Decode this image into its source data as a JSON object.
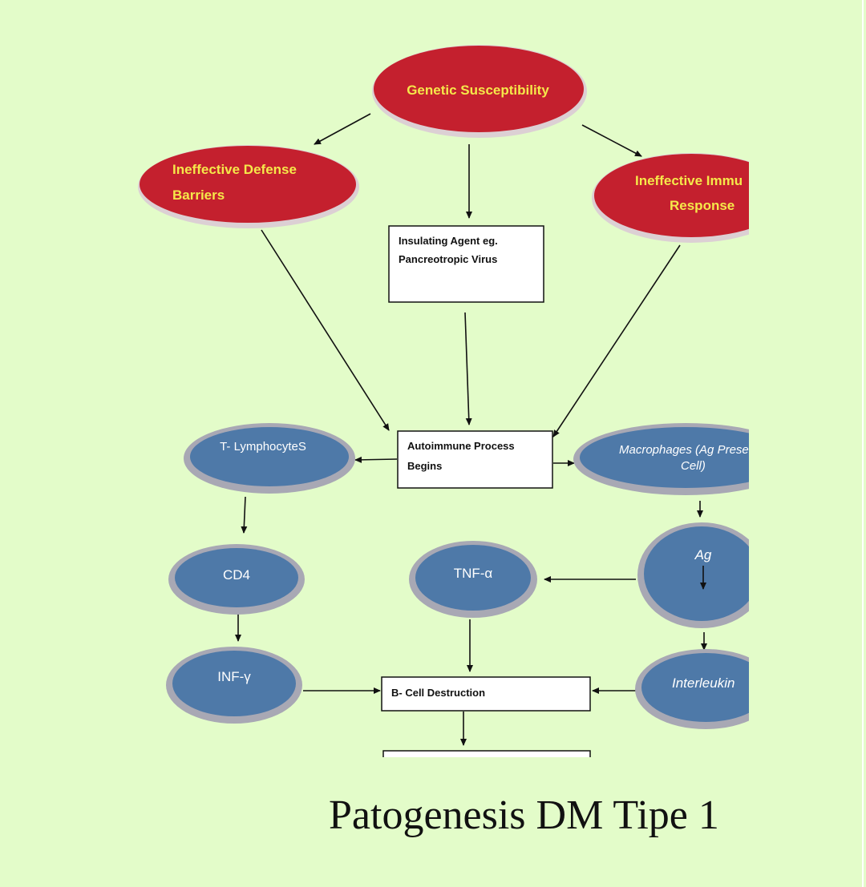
{
  "nodes": {
    "genetic": "Genetic Susceptibility",
    "defense_line1": "Ineffective Defense",
    "defense_line2": "Barriers",
    "immune_line1": "Ineffective Immu",
    "immune_line2": "Response",
    "agent_line1": "Insulating Agent eg.",
    "agent_line2": "Pancreotropic Virus",
    "autoimmune_line1": "Autoimmune Process",
    "autoimmune_line2": "Begins",
    "tlymph": "T- LymphocyteS",
    "macro_line1": "Macrophages (Ag Presentii",
    "macro_line2": "Cell)",
    "cd4": "CD4",
    "tnf": "TNF-α",
    "ag": "Ag",
    "inf": "INF-γ",
    "bcell": "B- Cell Destruction",
    "interleukin": "Interleukin"
  },
  "caption": "Patogenesis DM Tipe 1",
  "colors": {
    "background": "#e3fcc9",
    "red_node": "#c4202e",
    "red_text": "#f5e84a",
    "blue_node": "#4e79a8",
    "blue_ring": "#a8a8b4"
  }
}
